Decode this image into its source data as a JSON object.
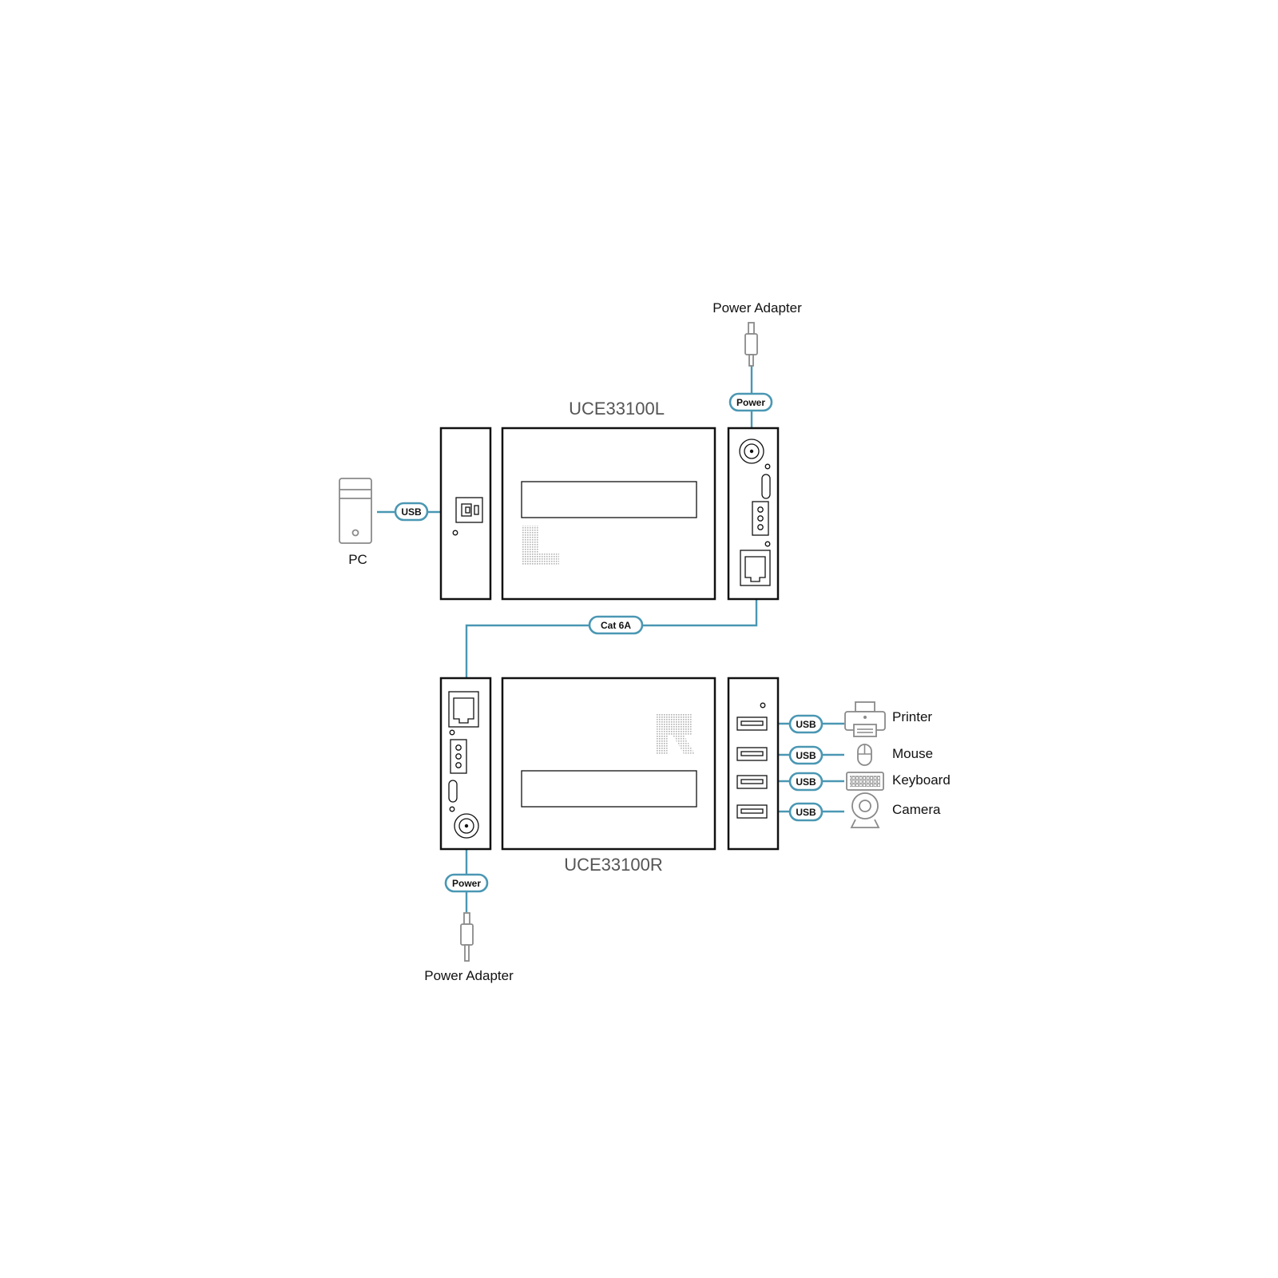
{
  "devices": {
    "local_unit_label": "UCE33100L",
    "remote_unit_label": "UCE33100R"
  },
  "labels": {
    "power_adapter_top": "Power Adapter",
    "power_adapter_bottom": "Power Adapter",
    "pc": "PC",
    "printer": "Printer",
    "mouse": "Mouse",
    "keyboard": "Keyboard",
    "camera": "Camera"
  },
  "cables": {
    "usb_pc": "USB",
    "power_top": "Power",
    "cat6a": "Cat 6A",
    "power_bottom": "Power",
    "usb_printer": "USB",
    "usb_mouse": "USB",
    "usb_keyboard": "USB",
    "usb_camera": "USB"
  },
  "colors": {
    "cable": "#4a97b3",
    "outline": "#111111",
    "peripheral": "#8a8a8a"
  },
  "icons": {
    "pc": "pc-tower-icon",
    "printer": "printer-icon",
    "mouse": "mouse-icon",
    "keyboard": "keyboard-icon",
    "camera": "webcam-icon",
    "power_plug": "dc-plug-icon"
  }
}
